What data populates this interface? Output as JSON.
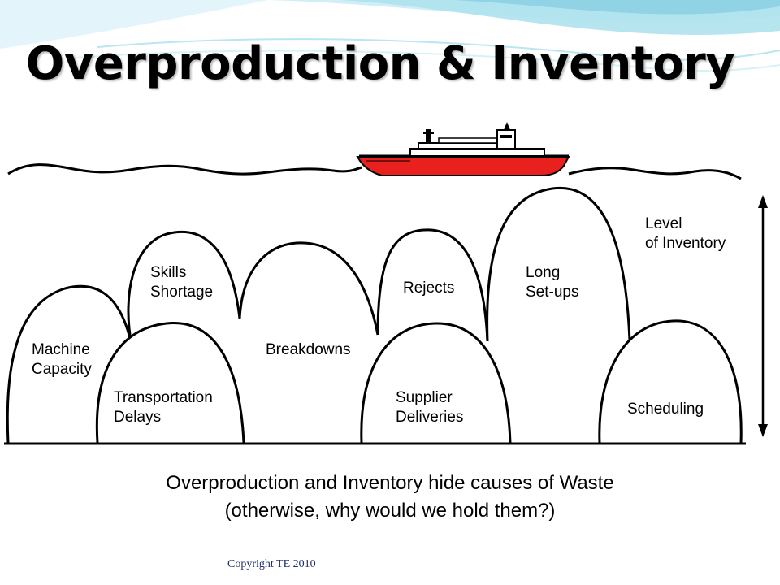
{
  "title": "Overproduction & Inventory",
  "labels": {
    "machine_capacity": [
      "Machine",
      "Capacity"
    ],
    "skills_shortage": [
      "Skills",
      "Shortage"
    ],
    "transportation_delays": [
      "Transportation",
      "Delays"
    ],
    "breakdowns": "Breakdowns",
    "rejects": "Rejects",
    "supplier_deliveries": [
      "Supplier",
      "Deliveries"
    ],
    "long_setups": [
      "Long",
      "Set-ups"
    ],
    "scheduling": "Scheduling",
    "level_of_inventory": [
      "Level",
      "of Inventory"
    ]
  },
  "caption": {
    "line1": "Overproduction and Inventory hide causes of Waste",
    "line2": "(otherwise, why would we hold them?)"
  },
  "copyright": "Copyright TE 2010",
  "colors": {
    "ship_hull": "#e8201e",
    "header_wave_dark": "#8fd3e4",
    "header_wave_light": "#cfeef6",
    "copyright_text": "#1f2f6a"
  }
}
